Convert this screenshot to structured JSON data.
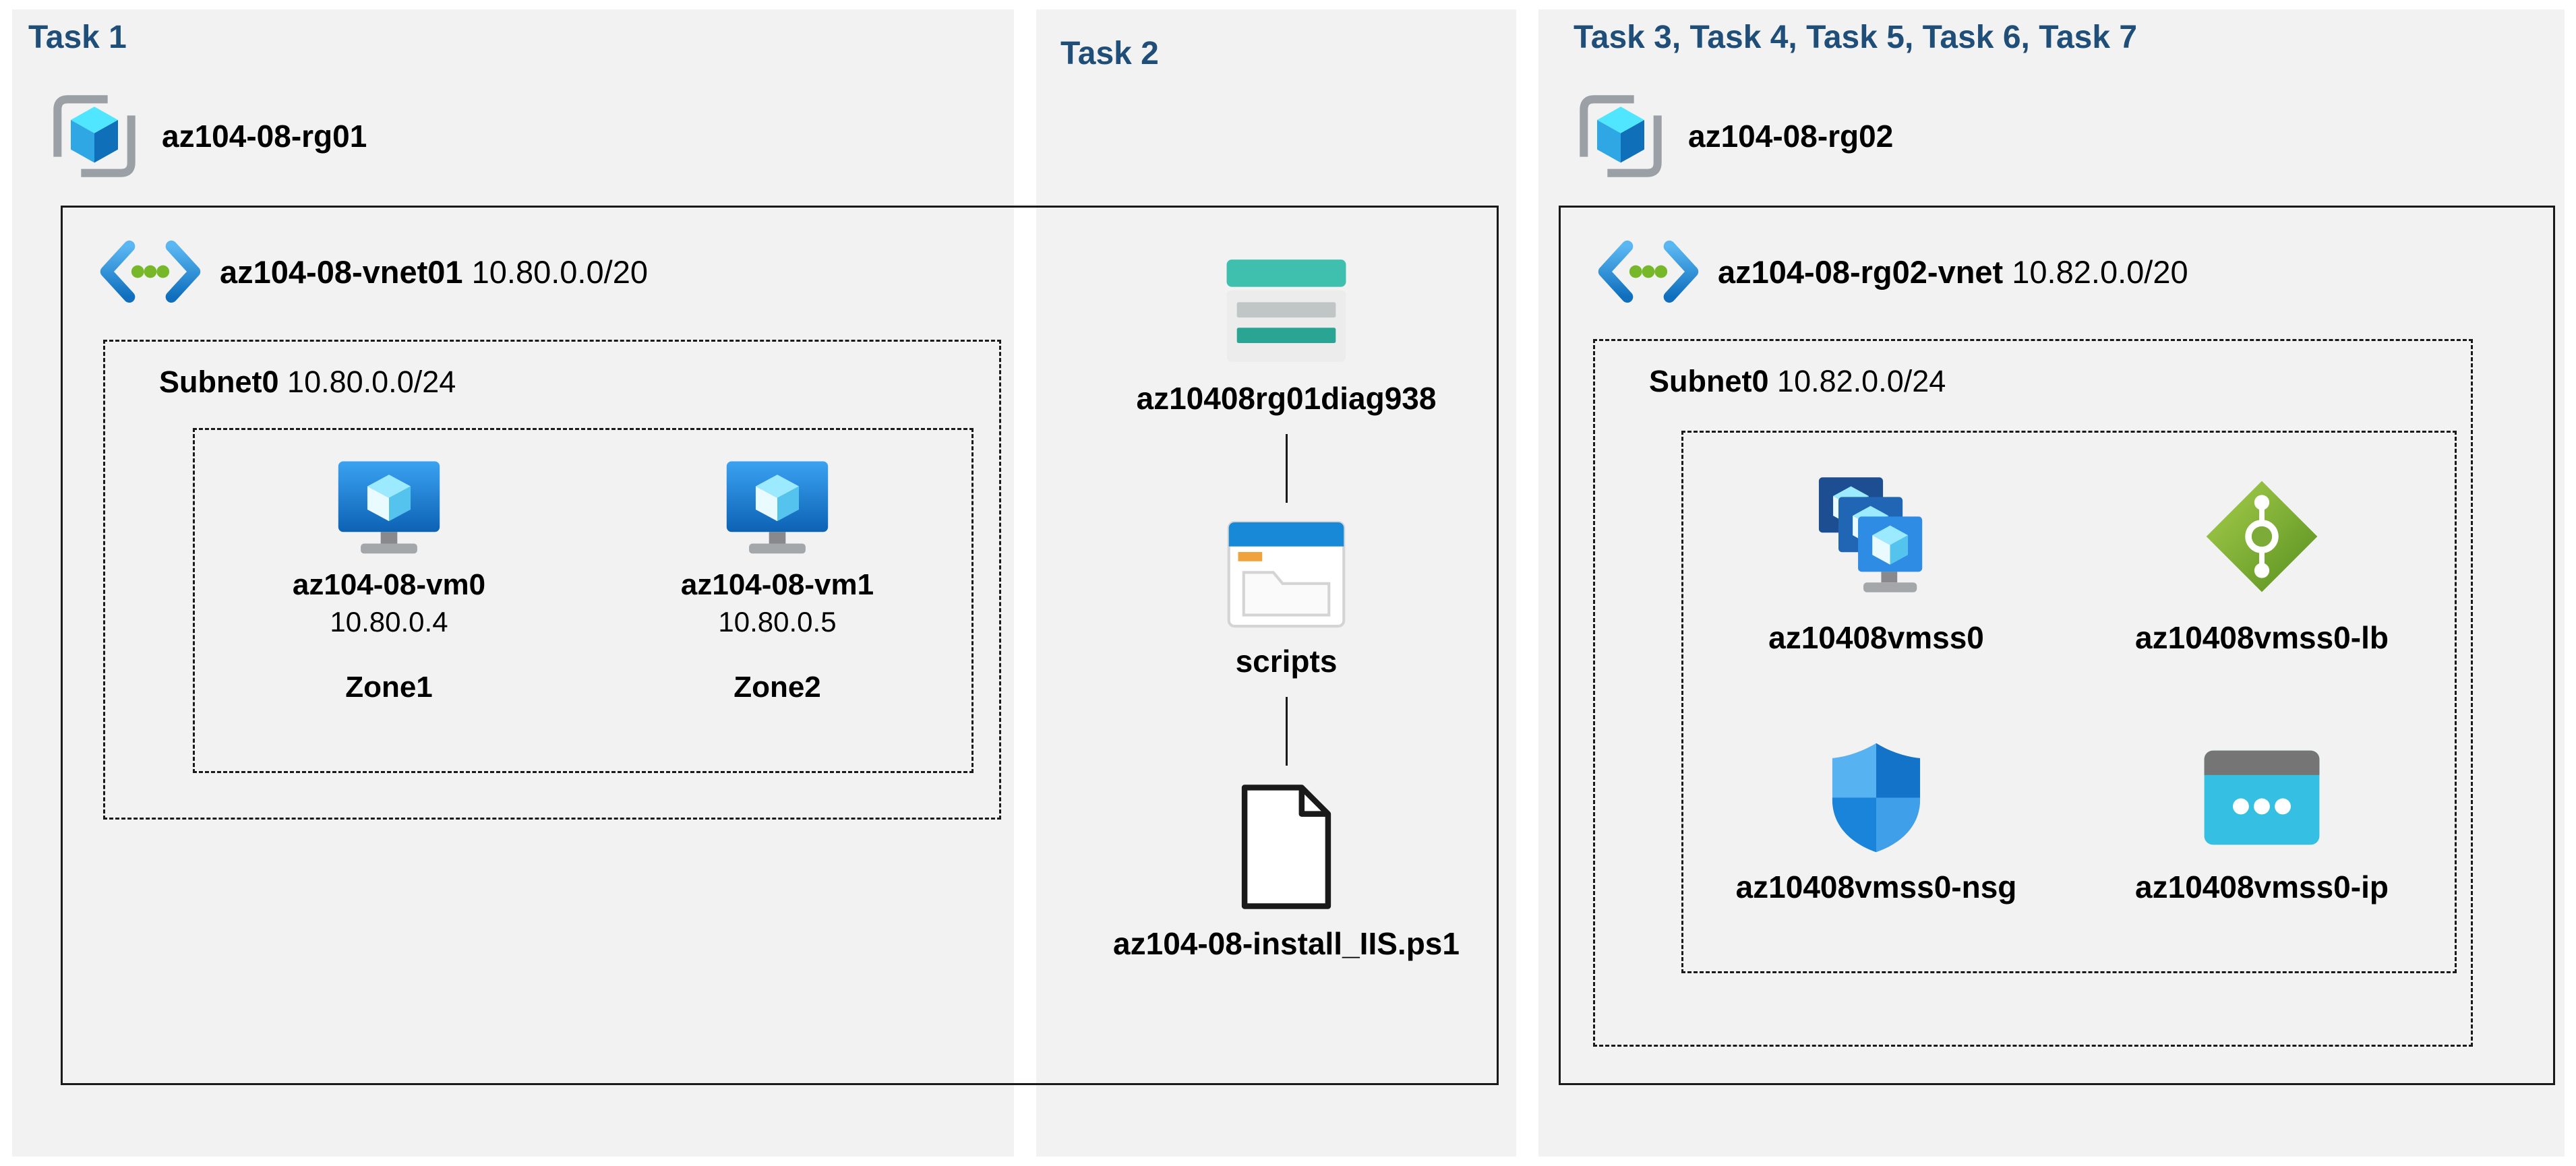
{
  "colors": {
    "heading": "#1f4e79",
    "panel_bg": "#f2f2f2",
    "border": "#1a1a1a",
    "azure_blue": "#0078d4",
    "storage_teal": "#3fc0ae",
    "lb_green": "#76b82a",
    "ip_cyan": "#35bfe2"
  },
  "task1": {
    "title": "Task 1",
    "resource_group": {
      "name": "az104-08-rg01"
    },
    "vnet": {
      "name": "az104-08-vnet01",
      "cidr": "10.80.0.0/20"
    },
    "subnet": {
      "name": "Subnet0",
      "cidr": "10.80.0.0/24"
    },
    "vms": [
      {
        "name": "az104-08-vm0",
        "ip": "10.80.0.4",
        "zone": "Zone1"
      },
      {
        "name": "az104-08-vm1",
        "ip": "10.80.0.5",
        "zone": "Zone2"
      }
    ]
  },
  "task2": {
    "title": "Task 2",
    "storage_account": "az10408rg01diag938",
    "container": "scripts",
    "file": "az104-08-install_IIS.ps1"
  },
  "task3": {
    "title": "Task 3, Task 4, Task 5, Task 6, Task 7",
    "resource_group": {
      "name": "az104-08-rg02"
    },
    "vnet": {
      "name": "az104-08-rg02-vnet",
      "cidr": "10.82.0.0/20"
    },
    "subnet": {
      "name": "Subnet0",
      "cidr": "10.82.0.0/24"
    },
    "resources": [
      {
        "name": "az10408vmss0"
      },
      {
        "name": "az10408vmss0-lb"
      },
      {
        "name": "az10408vmss0-nsg"
      },
      {
        "name": "az10408vmss0-ip"
      }
    ]
  }
}
